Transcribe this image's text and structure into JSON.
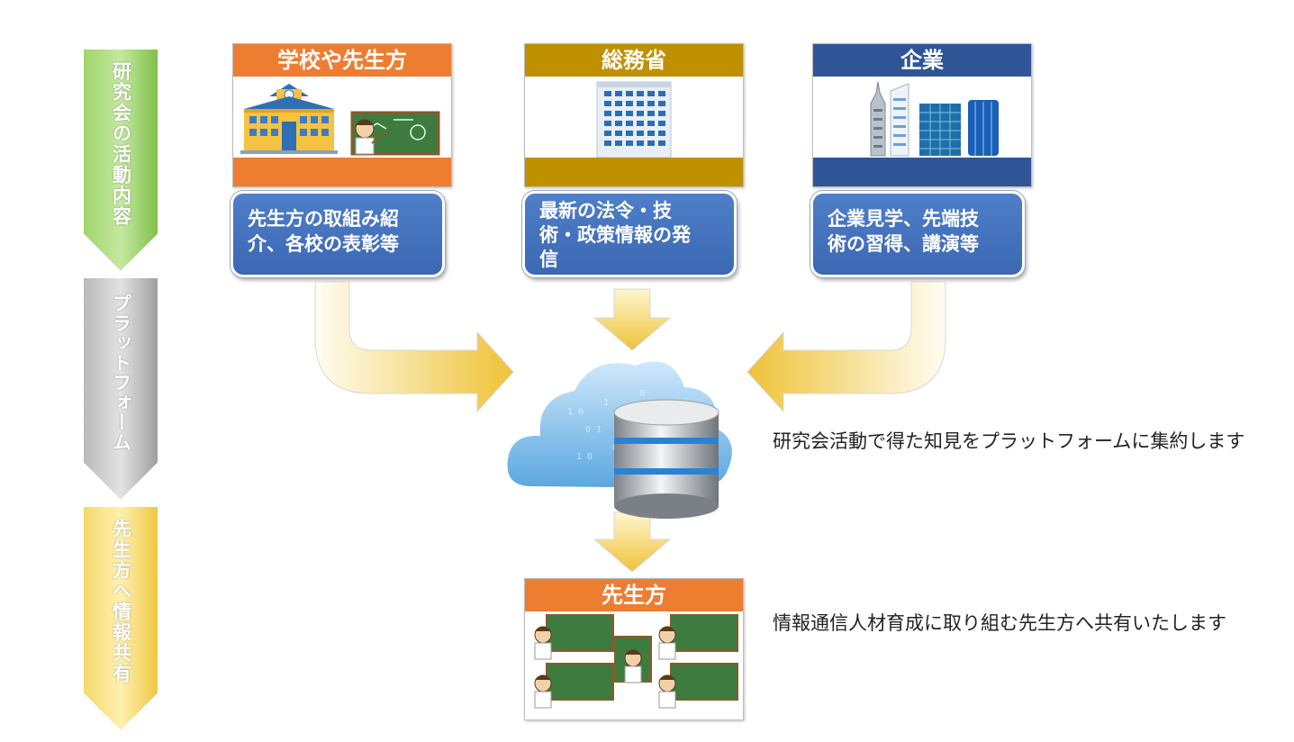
{
  "stages": [
    {
      "label": "研究会の活動内容",
      "color_top": "#b8e08a",
      "color_bottom": "#86c553"
    },
    {
      "label": "プラットフォーム",
      "color_top": "#d4d4d4",
      "color_bottom": "#a8a8a8"
    },
    {
      "label": "先生方へ情報共有",
      "color_top": "#fbe89a",
      "color_bottom": "#f4cf52"
    }
  ],
  "sources": [
    {
      "title": "学校や先生方",
      "color": "#ed7d31",
      "description": "先生方の取組み紹介、各校の表彰等",
      "icon": "school-teacher-icon"
    },
    {
      "title": "総務省",
      "color": "#bf9000",
      "description": "最新の法令・技術・政策情報の発信",
      "icon": "office-building-icon"
    },
    {
      "title": "企業",
      "color": "#2f5597",
      "description": "企業見学、先端技術の習得、講演等",
      "icon": "city-buildings-icon"
    }
  ],
  "desc_lines": [
    [
      "先生方の取組み紹",
      "介、各校の表彰等"
    ],
    [
      "最新の法令・技",
      "術・政策情報の発",
      "信"
    ],
    [
      "企業見学、先端技",
      "術の習得、講演等"
    ]
  ],
  "platform": {
    "caption": "研究会活動で得た知見をプラットフォームに集約します",
    "icon": "cloud-database-icon"
  },
  "destination": {
    "title": "先生方",
    "color": "#ed7d31",
    "caption": "情報通信人材育成に取り組む先生方へ共有いたします",
    "icon": "teachers-icon"
  }
}
